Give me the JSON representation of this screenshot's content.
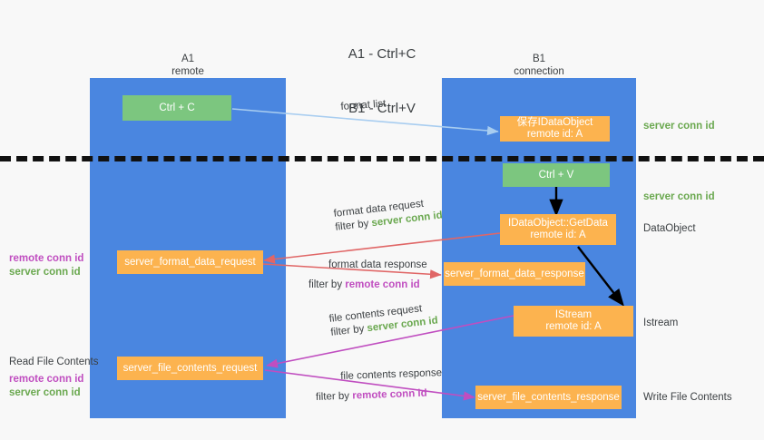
{
  "title": {
    "line1": "A1 - Ctrl+C",
    "line2": "B1 - Ctrl+V"
  },
  "colors": {
    "lane": "#4a86e0",
    "box_green": "#7cc67f",
    "box_orange": "#fcb34f",
    "server_conn_id": "#6aa84f",
    "remote_conn_id": "#c04ec0",
    "background": "#f8f8f8",
    "arrow_blue": "#a8cdf0",
    "arrow_red": "#e06666",
    "arrow_magenta": "#c04ec0",
    "arrow_black": "#000000",
    "dash_line": "#111111"
  },
  "columns": [
    {
      "name": "A1",
      "sub": "remote"
    },
    {
      "name": "B1",
      "sub": "connection"
    }
  ],
  "boxes": {
    "ctrl_c": "Ctrl + C",
    "ctrl_v": "Ctrl + V",
    "save_idataobject": {
      "line1": "保存IDataObject",
      "line2": "remote id: A"
    },
    "idataobject_getdata": {
      "line1": "IDataObject::GetData",
      "line2": "remote id: A"
    },
    "istream": {
      "line1": "IStream",
      "line2": "remote id: A"
    },
    "server_format_data_request": "server_format_data_request",
    "server_format_data_response": "server_format_data_response",
    "server_file_contents_request": "server_file_contents_request",
    "server_file_contents_response": "server_file_contents_response"
  },
  "captions": {
    "format_list": "format list",
    "format_data_request": "format data request",
    "format_data_request_filter_prefix": "filter by ",
    "format_data_request_filter_key": "server conn id",
    "format_data_response": "format data response",
    "format_data_response_filter_prefix": "filter by ",
    "format_data_response_filter_key": "remote conn id",
    "file_contents_request": "file contents request",
    "file_contents_request_filter_prefix": "filter by ",
    "file_contents_request_filter_key": "server conn id",
    "file_contents_response": "file contents response",
    "file_contents_response_filter_prefix": "filter by ",
    "file_contents_response_filter_key": "remote conn id"
  },
  "right_labels": {
    "server_conn_id_top": "server conn id",
    "server_conn_id_second": "server conn id",
    "dataobject": "DataObject",
    "istream": "Istream",
    "write_file_contents": "Write File Contents"
  },
  "left_labels": {
    "conn_pair_1_remote": "remote conn id",
    "conn_pair_1_server": "server conn id",
    "read_file_contents": "Read File Contents",
    "conn_pair_2_remote": "remote conn id",
    "conn_pair_2_server": "server conn id"
  }
}
